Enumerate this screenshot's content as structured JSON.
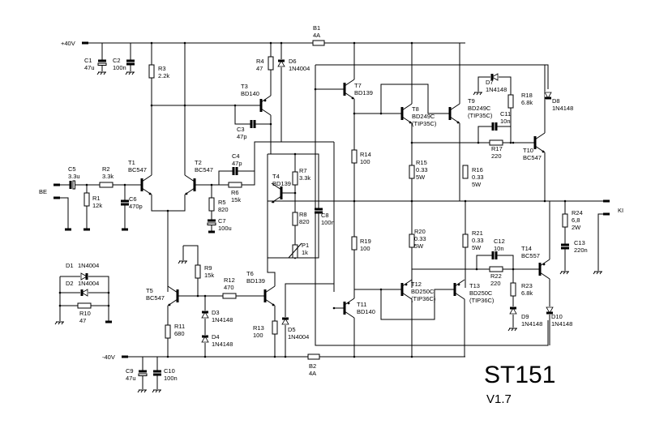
{
  "title": "ST151",
  "version": "V1.7",
  "rails": {
    "positive": "+40V",
    "negative": "-40V"
  },
  "connectors": {
    "input": "BE",
    "output": "KI"
  },
  "components": {
    "C1": [
      "C1",
      "47u"
    ],
    "C2": [
      "C2",
      "100n"
    ],
    "R3": [
      "R3",
      "2.2k"
    ],
    "R4": [
      "R4",
      "47"
    ],
    "D6": [
      "D6",
      "1N4004"
    ],
    "T3": [
      "T3",
      "BD140"
    ],
    "C3": [
      "C3",
      "47p"
    ],
    "B1": [
      "B1",
      "4A"
    ],
    "T7": [
      "T7",
      "BD139"
    ],
    "T8": [
      "T8",
      "BD249C",
      "(TIP35C)"
    ],
    "T9": [
      "T9",
      "BD249C",
      "(TIP35C)"
    ],
    "D7": [
      "D7",
      "1N4148"
    ],
    "R18": [
      "R18",
      "6.8k"
    ],
    "C11": [
      "C11",
      "10n"
    ],
    "D8": [
      "D8",
      "1N4148"
    ],
    "R17": [
      "R17",
      "220"
    ],
    "T10": [
      "T10",
      "BC547"
    ],
    "C5": [
      "C5",
      "3.3u"
    ],
    "R2": [
      "R2",
      "3.3k"
    ],
    "T1": [
      "T1",
      "BC547"
    ],
    "T2": [
      "T2",
      "BC547"
    ],
    "C4": [
      "C4",
      "47p"
    ],
    "R6": [
      "R6",
      "15k"
    ],
    "R1": [
      "R1",
      "12k"
    ],
    "C6": [
      "C6",
      "470p"
    ],
    "R5": [
      "R5",
      "820"
    ],
    "C7": [
      "C7",
      "100u"
    ],
    "T4": [
      "T4",
      "BD139"
    ],
    "R7": [
      "R7",
      "3.3k"
    ],
    "R8": [
      "R8",
      "820"
    ],
    "C8": [
      "C8",
      "100n"
    ],
    "P1": [
      "P1",
      "1k"
    ],
    "R14": [
      "R14",
      "100"
    ],
    "R15": [
      "R15",
      "0.33",
      "5W"
    ],
    "R16": [
      "R16",
      "0.33",
      "5W"
    ],
    "R24": [
      "R24",
      "6,8",
      "2W"
    ],
    "C13": [
      "C13",
      "220n"
    ],
    "R19": [
      "R19",
      "100"
    ],
    "R20": [
      "R20",
      "0.33",
      "5W"
    ],
    "R21": [
      "R21",
      "0.33",
      "5W"
    ],
    "C12": [
      "C12",
      "10n"
    ],
    "T14": [
      "T14",
      "BC557"
    ],
    "R22": [
      "R22",
      "220"
    ],
    "R23": [
      "R23",
      "6.8k"
    ],
    "D9": [
      "D9",
      "1N4148"
    ],
    "D10": [
      "D10",
      "1N4148"
    ],
    "T12": [
      "T12",
      "BD250C",
      "(TIP36C)"
    ],
    "T13": [
      "T13",
      "BD250C",
      "(TIP36C)"
    ],
    "T11": [
      "T11",
      "BD140"
    ],
    "D5": [
      "D5",
      "1N4004"
    ],
    "B2": [
      "B2",
      "4A"
    ],
    "D1": [
      "D1",
      "1N4004"
    ],
    "D2": [
      "D2",
      "1N4004"
    ],
    "R10": [
      "R10",
      "47"
    ],
    "T5": [
      "T5",
      "BC547"
    ],
    "R9": [
      "R9",
      "15k"
    ],
    "R12": [
      "R12",
      "470"
    ],
    "T6": [
      "T6",
      "BD139"
    ],
    "D3": [
      "D3",
      "1N4148"
    ],
    "D4": [
      "D4",
      "1N4148"
    ],
    "R11": [
      "R11",
      "680"
    ],
    "R13": [
      "R13",
      "100"
    ],
    "C9": [
      "C9",
      "47u"
    ],
    "C10": [
      "C10",
      "100n"
    ]
  }
}
